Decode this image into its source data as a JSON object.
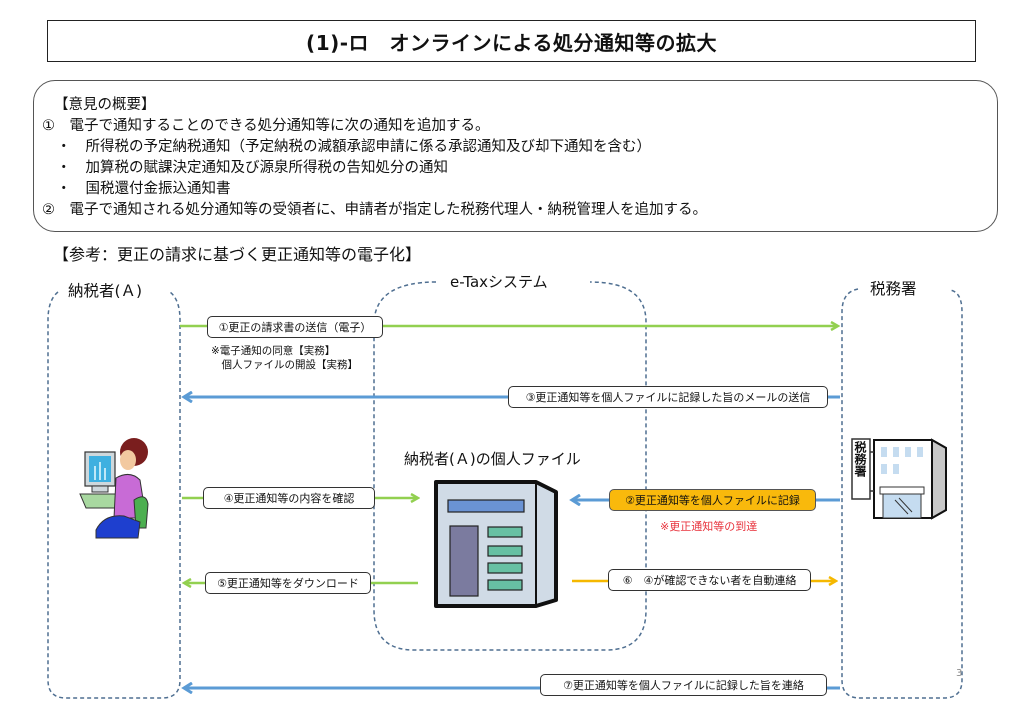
{
  "title": "(1)-ロ　オンラインによる処分通知等の拡大",
  "summary": {
    "heading": "【意見の概要】",
    "lines": [
      "①　電子で通知することのできる処分通知等に次の通知を追加する。",
      "　・　所得税の予定納税通知（予定納税の減額承認申請に係る承認通知及び却下通知を含む）",
      "　・　加算税の賦課決定通知及び源泉所得税の告知処分の通知",
      "　・　国税還付金振込通知書",
      "②　電子で通知される処分通知等の受領者に、申請者が指定した税務代理人・納税管理人を追加する。"
    ]
  },
  "reference_heading": "【参考：更正の請求に基づく更正通知等の電子化】",
  "lanes": {
    "taxpayer": "納税者(Ａ)",
    "etax": "e-Taxシステム",
    "tax_office": "税務署"
  },
  "personal_file_label": "納税者(Ａ)の個人ファイル",
  "tax_office_sign": "税務署",
  "messages": {
    "m1": "①更正の請求書の送信（電子）",
    "m1_note_1": "※電子通知の同意【実務】",
    "m1_note_2": "　個人ファイルの開設【実務】",
    "m3": "③更正通知等を個人ファイルに記録した旨のメールの送信",
    "m2": "②更正通知等を個人ファイルに記録",
    "m2_note": "※更正通知等の到達",
    "m4": "④更正通知等の内容を確認",
    "m5": "⑤更正通知等をダウンロード",
    "m6": "⑥　④が確認できない者を自動連絡",
    "m7": "⑦更正通知等を個人ファイルに記録した旨を連絡"
  },
  "colors": {
    "green_arrow": "#92d050",
    "blue_arrow": "#5b9bd5",
    "yellow_arrow": "#f5b800",
    "highlight_box": "#f9b90c",
    "note_red": "#e8323c",
    "lane_border": "#4f6f91"
  },
  "page_number": "3"
}
